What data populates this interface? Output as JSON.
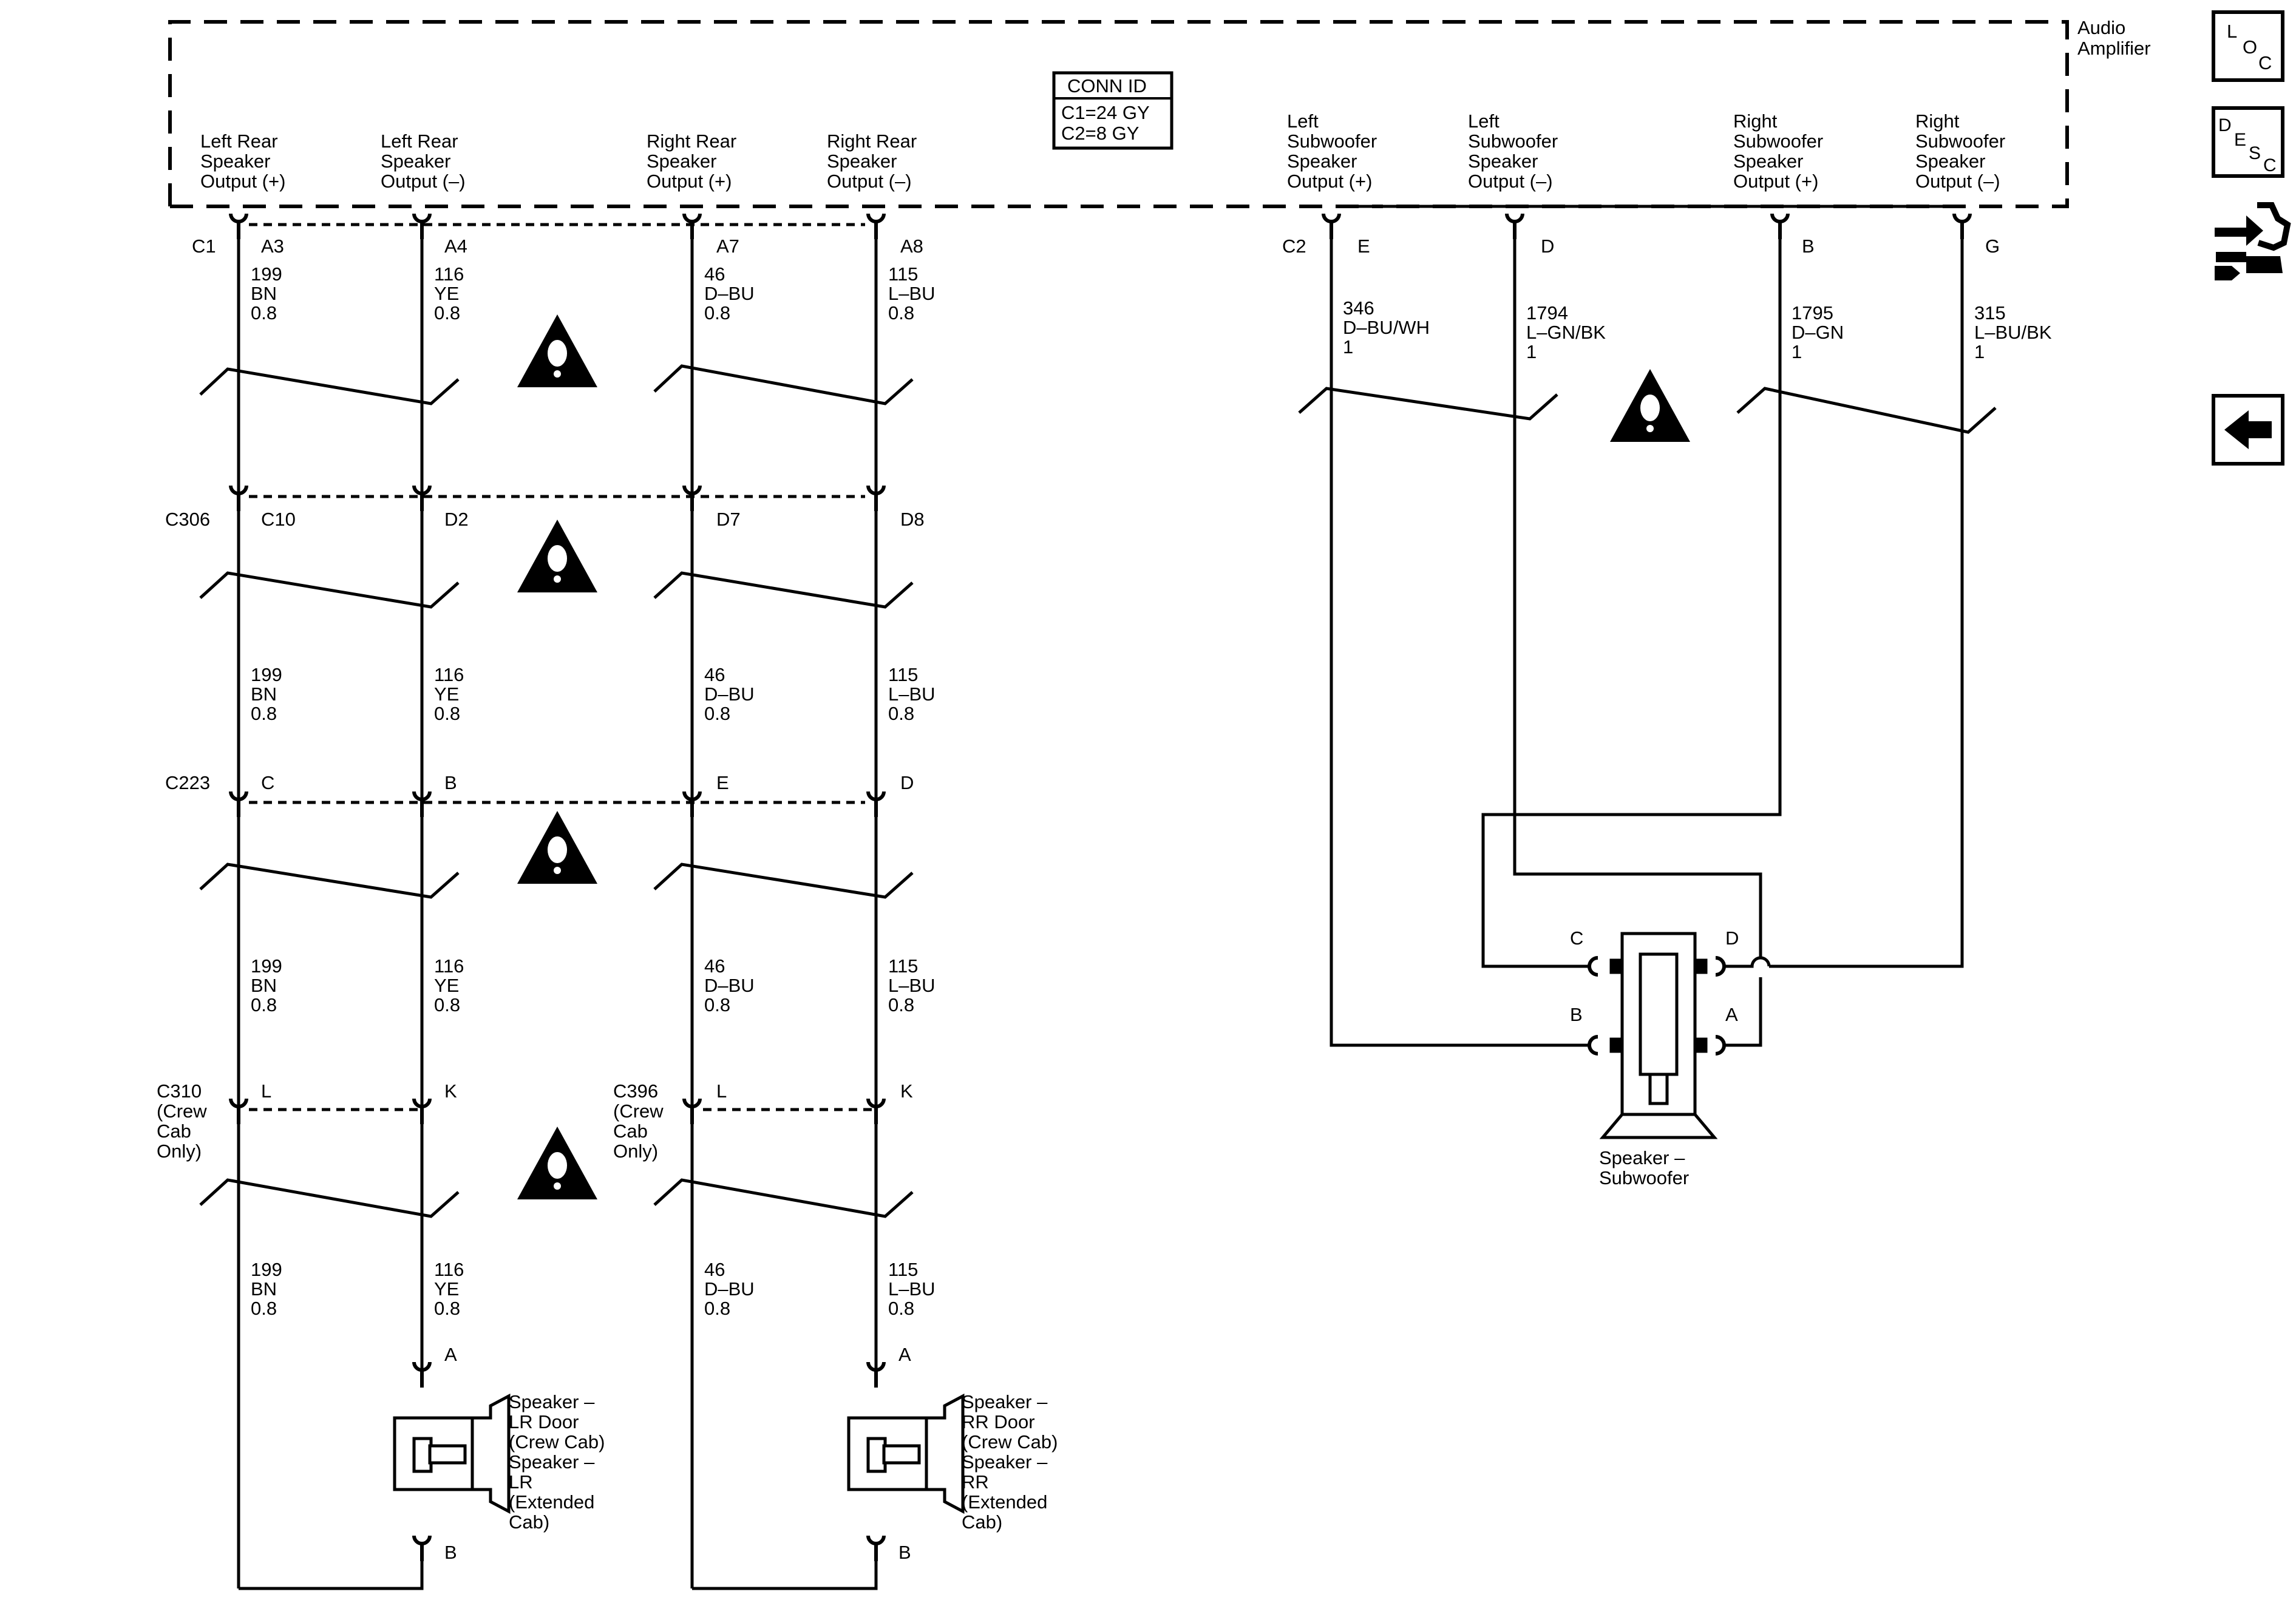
{
  "module": {
    "name_line1": "Audio",
    "name_line2": "Amplifier"
  },
  "conn_id": {
    "title": "CONN ID",
    "line1": "C1=24 GY",
    "line2": "C2=8 GY"
  },
  "outputs": [
    {
      "l1": "Left Rear",
      "l2": "Speaker",
      "l3": "Output (+)"
    },
    {
      "l1": "Left Rear",
      "l2": "Speaker",
      "l3": "Output (–)"
    },
    {
      "l1": "Right Rear",
      "l2": "Speaker",
      "l3": "Output (+)"
    },
    {
      "l1": "Right Rear",
      "l2": "Speaker",
      "l3": "Output (–)"
    },
    {
      "l0": "Left",
      "l1": "Subwoofer",
      "l2": "Speaker",
      "l3": "Output (+)"
    },
    {
      "l0": "Left",
      "l1": "Subwoofer",
      "l2": "Speaker",
      "l3": "Output (–)"
    },
    {
      "l0": "Right",
      "l1": "Subwoofer",
      "l2": "Speaker",
      "l3": "Output (+)"
    },
    {
      "l0": "Right",
      "l1": "Subwoofer",
      "l2": "Speaker",
      "l3": "Output (–)"
    }
  ],
  "connectors": {
    "c1": {
      "name": "C1",
      "pins": [
        "A3",
        "A4",
        "A7",
        "A8"
      ]
    },
    "c2": {
      "name": "C2",
      "pins": [
        "E",
        "D",
        "B",
        "G"
      ]
    },
    "c306": {
      "name": "C306",
      "pins": [
        "C10",
        "D2",
        "D7",
        "D8"
      ]
    },
    "c223": {
      "name": "C223",
      "pins": [
        "C",
        "B",
        "E",
        "D"
      ]
    },
    "c310": {
      "l1": "C310",
      "l2": "(Crew",
      "l3": "Cab",
      "l4": "Only)",
      "pins": [
        "L",
        "K"
      ]
    },
    "c396": {
      "l1": "C396",
      "l2": "(Crew",
      "l3": "Cab",
      "l4": "Only)",
      "pins": [
        "L",
        "K"
      ]
    }
  },
  "rear_wires": [
    {
      "circuit": "199",
      "color": "BN",
      "gauge": "0.8"
    },
    {
      "circuit": "116",
      "color": "YE",
      "gauge": "0.8"
    },
    {
      "circuit": "46",
      "color": "D–BU",
      "gauge": "0.8"
    },
    {
      "circuit": "115",
      "color": "L–BU",
      "gauge": "0.8"
    }
  ],
  "sub_wires": [
    {
      "circuit": "346",
      "color": "D–BU/WH",
      "gauge": "1"
    },
    {
      "circuit": "1794",
      "color": "L–GN/BK",
      "gauge": "1"
    },
    {
      "circuit": "1795",
      "color": "D–GN",
      "gauge": "1"
    },
    {
      "circuit": "315",
      "color": "L–BU/BK",
      "gauge": "1"
    }
  ],
  "speakers": {
    "lr": {
      "pin_a": "A",
      "pin_b": "B",
      "lines": [
        "Speaker –",
        "LR Door",
        "(Crew Cab)",
        "Speaker –",
        "LR",
        "(Extended",
        "Cab)"
      ]
    },
    "rr": {
      "pin_a": "A",
      "pin_b": "B",
      "lines": [
        "Speaker –",
        "RR Door",
        "(Crew Cab)",
        "Speaker –",
        "RR",
        "(Extended",
        "Cab)"
      ]
    },
    "sub": {
      "pins": [
        "C",
        "D",
        "B",
        "A"
      ],
      "line1": "Speaker –",
      "line2": "Subwoofer"
    }
  },
  "nav": {
    "loc": [
      "L",
      "O",
      "C"
    ],
    "desc": [
      "D",
      "E",
      "S",
      "C"
    ],
    "icons": [
      "connector-end-view-icon",
      "back-arrow-icon"
    ]
  }
}
